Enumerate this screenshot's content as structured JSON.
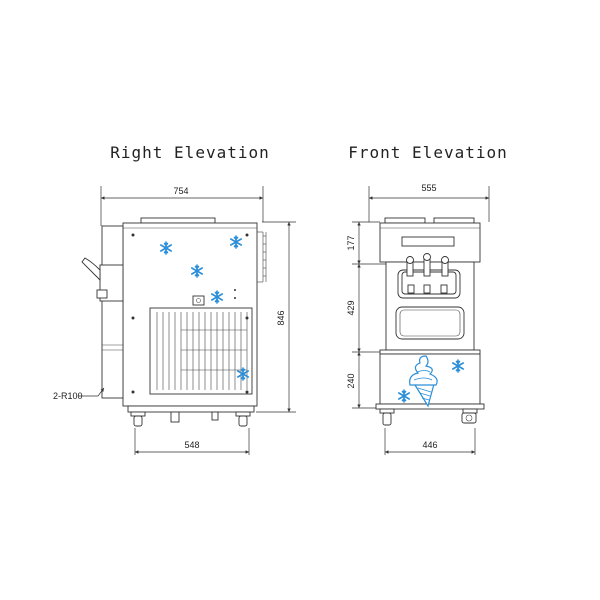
{
  "titles": {
    "right": "Right Elevation",
    "front": "Front Elevation"
  },
  "dimensions": {
    "right_width": "754",
    "right_height": "846",
    "right_base": "548",
    "radius_note": "2-R100",
    "front_width": "555",
    "front_top": "177",
    "front_mid": "429",
    "front_low": "240",
    "front_base": "446"
  },
  "panel_label": "",
  "colors": {
    "snowflake": "#2a8ed8",
    "line": "#333333"
  },
  "icons": {
    "snowflake": "snowflake-icon",
    "ice_cream": "ice-cream-cone-icon"
  }
}
